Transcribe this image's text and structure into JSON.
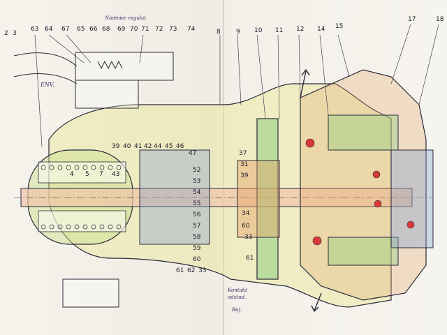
{
  "drawing": {
    "top_note": "Nadmier regulat",
    "env_label": "ENV.",
    "bottom_note": [
      "Kontakt",
      "odstud.",
      "Rej."
    ],
    "colors": {
      "yellow": "#e7e37a",
      "blue": "#7f9fd0",
      "orange": "#e6a46a",
      "pink": "#e8a0a0",
      "green": "#8fd07e",
      "red": "#d9393a",
      "gray": "#b9b9c4"
    }
  },
  "callouts": {
    "top_row": [
      "63",
      "64",
      "67",
      "65",
      "66",
      "68",
      "69",
      "70",
      "71",
      "72",
      "73",
      "74",
      "8",
      "9",
      "10",
      "11",
      "12",
      "14",
      "15",
      "17",
      "18"
    ],
    "left_edge": [
      "2",
      "3"
    ],
    "center_row": [
      "39",
      "40",
      "41",
      "42",
      "44",
      "45",
      "46"
    ],
    "shaft_row": [
      "4",
      "5",
      "7",
      "43"
    ],
    "center_column_a": [
      "47",
      "52",
      "53",
      "54",
      "55",
      "56",
      "57",
      "58",
      "59",
      "60",
      "61",
      "62",
      "33"
    ],
    "center_column_b": [
      "37",
      "31",
      "39",
      "34",
      "60",
      "33",
      "61"
    ]
  }
}
